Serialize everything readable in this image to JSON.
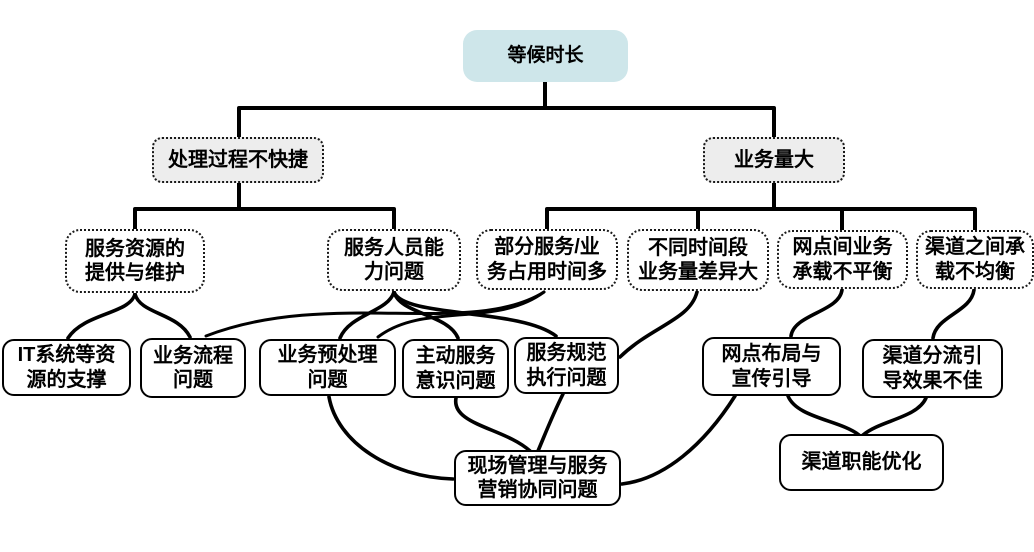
{
  "diagram": {
    "title": "等候时长",
    "colors": {
      "root_fill": "#cee6ea",
      "level2_fill": "#ededed",
      "line": "#000000",
      "cross_link_blue": "#4b51ad"
    },
    "nodes": {
      "root": {
        "label": "等候时长"
      },
      "slow_process": {
        "label": "处理过程不快捷"
      },
      "high_volume": {
        "label": "业务量大"
      },
      "resource_provision": {
        "label": "服务资源的\n提供与维护"
      },
      "staff_capability": {
        "label": "服务人员能\n力问题"
      },
      "time_consuming": {
        "label": "部分服务/业\n务占用时间多"
      },
      "time_variation": {
        "label": "不同时间段\n业务量差异大"
      },
      "branch_imbalance": {
        "label": "网点间业务\n承载不平衡"
      },
      "channel_imbalance": {
        "label": "渠道之间承\n载不均衡"
      },
      "it_support": {
        "label": "IT系统等资\n源的支撑"
      },
      "process_issue": {
        "label": "业务流程\n问题"
      },
      "preprocessing": {
        "label": "业务预处理\n问题"
      },
      "proactive_service": {
        "label": "主动服务\n意识问题"
      },
      "service_standard": {
        "label": "服务规范\n执行问题"
      },
      "branch_layout": {
        "label": "网点布局与\n宣传引导"
      },
      "channel_diversion": {
        "label": "渠道分流引\n导效果不佳"
      },
      "onsite_management": {
        "label": "现场管理与服务\n营销协同问题"
      },
      "channel_function": {
        "label": "渠道职能优化"
      }
    }
  }
}
